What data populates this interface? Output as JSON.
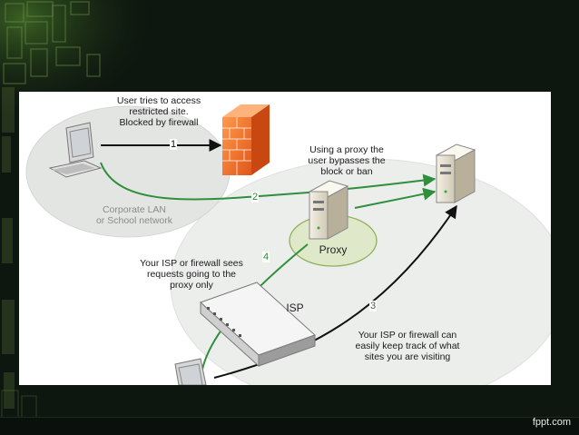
{
  "diagram": {
    "labels": {
      "user_blocked": "User tries to access\nrestricted site.\nBlocked by firewall",
      "using_proxy": "Using a proxy the\nuser bypasses the\nblock or ban",
      "corporate_lan": "Corporate LAN\nor School network",
      "isp_sees": "Your ISP or firewall sees\nrequests going to the\nproxy only",
      "isp_tracks": "Your ISP or firewall can\neasily keep track of what\nsites you are visiting",
      "proxy": "Proxy",
      "isp": "ISP"
    },
    "step_numbers": {
      "one": "1",
      "two": "2",
      "three": "3",
      "four": "4"
    },
    "colors": {
      "firewall": "#f07a2a",
      "green_path": "#2f8f3c",
      "black_path": "#111111",
      "ellipse_fill": "#e9ebe9"
    }
  },
  "footer": {
    "watermark": "fppt.com"
  }
}
